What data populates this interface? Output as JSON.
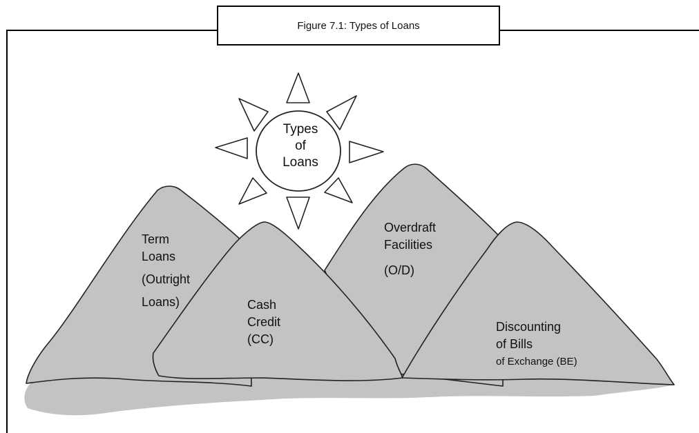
{
  "figure": {
    "caption": "Figure 7.1: Types of Loans",
    "center": {
      "line1": "Types",
      "line2": "of",
      "line3": "Loans"
    },
    "loans": {
      "term": {
        "line1": "Term",
        "line2": "Loans",
        "line3": "(Outright",
        "line4": "Loans)"
      },
      "cash_credit": {
        "line1": "Cash",
        "line2": "Credit",
        "line3": "(CC)"
      },
      "overdraft": {
        "line1": "Overdraft",
        "line2": "Facilities",
        "line3": "(O/D)"
      },
      "discounting": {
        "line1": "Discounting",
        "line2": "of Bills",
        "line3": "of Exchange (BE)"
      }
    },
    "colors": {
      "mountain_fill": "#c3c3c3",
      "outline": "#222222"
    }
  }
}
